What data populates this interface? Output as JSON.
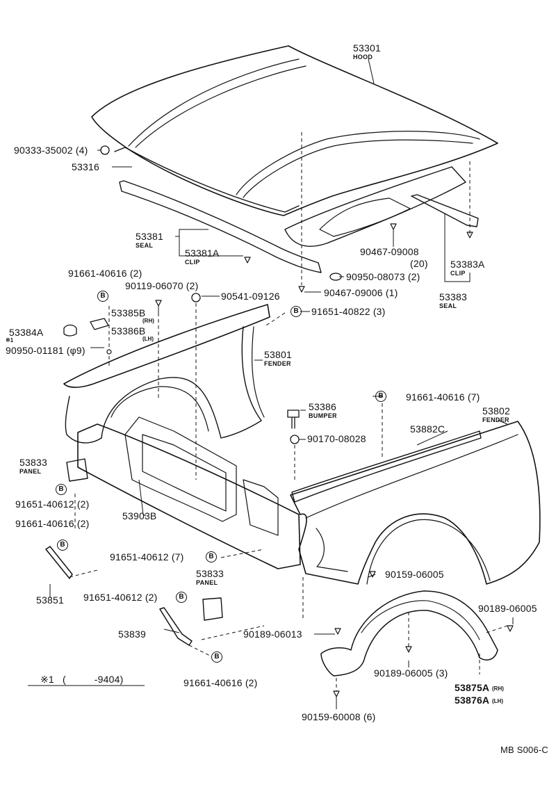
{
  "parts": {
    "p53301": {
      "num": "53301",
      "name": "HOOD"
    },
    "p90333": {
      "num": "90333-35002 (4)"
    },
    "p53316": {
      "num": "53316"
    },
    "p53381": {
      "num": "53381",
      "name": "SEAL"
    },
    "p53381A": {
      "num": "53381A",
      "name": "CLIP"
    },
    "p90467a": {
      "num": "90467-09008",
      "qty": "(20)"
    },
    "p90950a": {
      "num": "90950-08073 (2)"
    },
    "p90467b": {
      "num": "90467-09006 (1)"
    },
    "p53383A": {
      "num": "53383A",
      "name": "CLIP"
    },
    "p53383": {
      "num": "53383",
      "name": "SEAL"
    },
    "p91661a": {
      "num": "91661-40616 (2)"
    },
    "p90119": {
      "num": "90119-06070 (2)"
    },
    "p90541": {
      "num": "90541-09126"
    },
    "p91651a": {
      "num": "91651-40822 (3)"
    },
    "p53385B": {
      "num": "53385B",
      "sub": "(RH)"
    },
    "p53386B": {
      "num": "53386B",
      "sub": "(LH)"
    },
    "p53384A": {
      "num": "53384A"
    },
    "mark1": {
      "num": "※1"
    },
    "p90950b": {
      "num": "90950-01181 (φ9)"
    },
    "p53801": {
      "num": "53801",
      "name": "FENDER"
    },
    "p91661b": {
      "num": "91661-40616 (7)"
    },
    "p53386": {
      "num": "53386",
      "name": "BUMPER"
    },
    "p53802": {
      "num": "53802",
      "name": "FENDER"
    },
    "p90170": {
      "num": "90170-08028"
    },
    "p53882C": {
      "num": "53882C"
    },
    "p53833a": {
      "num": "53833",
      "name": "PANEL"
    },
    "p91651b": {
      "num": "91651-40612 (2)"
    },
    "p53903B": {
      "num": "53903B"
    },
    "p91661c": {
      "num": "91661-40616 (2)"
    },
    "p91651c": {
      "num": "91651-40612 (7)"
    },
    "p53833b": {
      "num": "53833",
      "name": "PANEL"
    },
    "p90159a": {
      "num": "90159-06005"
    },
    "p53851": {
      "num": "53851"
    },
    "p91651d": {
      "num": "91651-40612 (2)"
    },
    "p90189a": {
      "num": "90189-06005"
    },
    "p53839": {
      "num": "53839"
    },
    "p90189b": {
      "num": "90189-06013"
    },
    "p90189c": {
      "num": "90189-06005 (3)"
    },
    "p53875A": {
      "num": "53875A",
      "sub": "(RH)"
    },
    "p53876A": {
      "num": "53876A",
      "sub": "(LH)"
    },
    "p91661d": {
      "num": "91661-40616 (2)"
    },
    "p90159b": {
      "num": "90159-60008 (6)"
    }
  },
  "bolt_letter": "B",
  "footnote": {
    "mark": "※1",
    "range": "(          -9404)"
  },
  "code": "MB S006-C"
}
